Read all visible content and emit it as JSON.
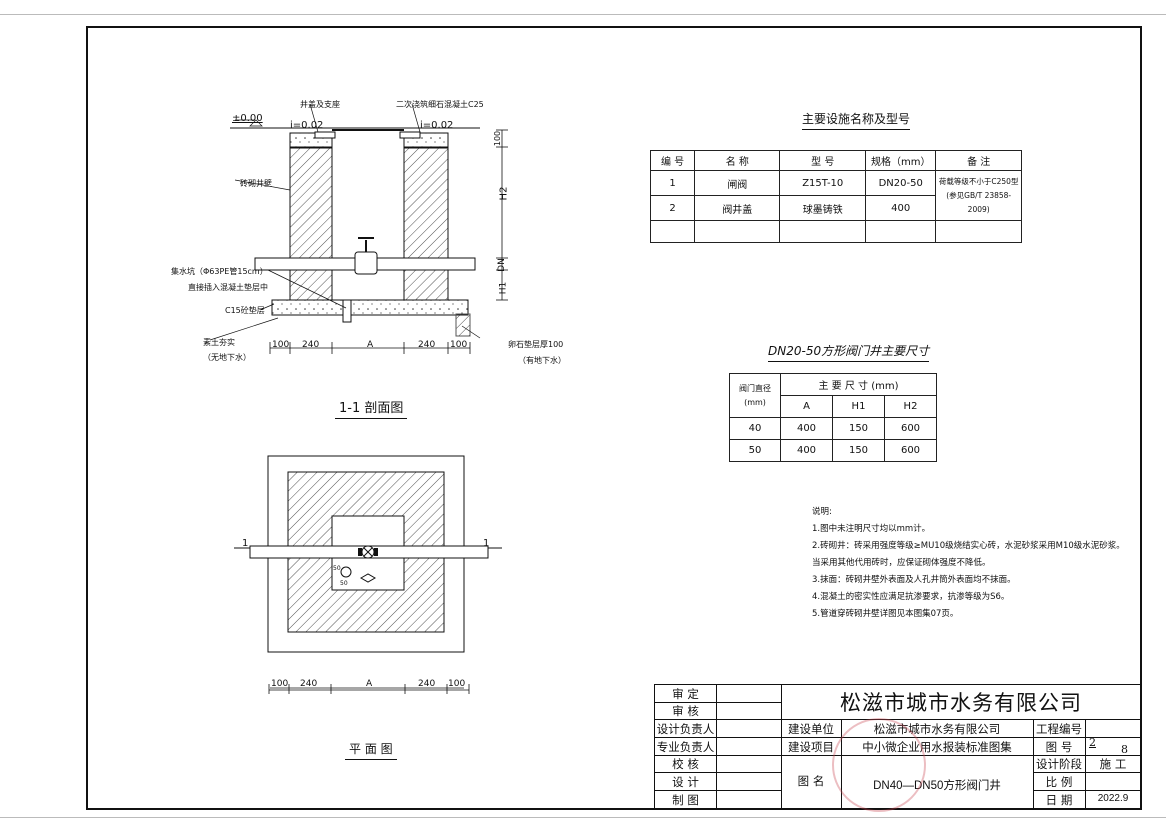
{
  "section_view": {
    "title": "1-1  剖面图",
    "level_label": "±0.00",
    "slope_left": "i=0.02",
    "slope_right": "i=0.02",
    "callout_cover": "井盖及支座",
    "callout_concrete": "二次浇筑细石混凝土C25",
    "callout_wall": "砖砌井壁",
    "callout_sump": "集水坑（Φ63PE管15cm）",
    "callout_sump2": "直接插入混凝土垫层中",
    "callout_base": "C15砼垫层",
    "callout_soil": "素土夯实",
    "callout_soil_note": "（无地下水）",
    "callout_gravel": "卵石垫层厚100",
    "callout_gravel_note": "（有地下水）",
    "dim_100_top": "100",
    "dim_h2": "H2",
    "dim_dn": "DN",
    "dim_h1": "H1",
    "dims_bottom": [
      "100",
      "240",
      "A",
      "240",
      "100"
    ]
  },
  "plan_view": {
    "title": "平  面  图",
    "section_mark_left": "1",
    "section_mark_right": "1",
    "small_label_a": "50",
    "small_label_b": "50",
    "dims_bottom": [
      "100",
      "240",
      "A",
      "240",
      "100"
    ]
  },
  "equipment_table": {
    "title": "主要设施名称及型号",
    "headers": [
      "编  号",
      "名    称",
      "型    号",
      "规格（mm）",
      "备    注"
    ],
    "rows": [
      [
        "1",
        "闸阀",
        "Z15T-10",
        "DN20-50",
        ""
      ],
      [
        "2",
        "阀井盖",
        "球墨铸铁",
        "400",
        ""
      ],
      [
        "",
        "",
        "",
        "",
        ""
      ]
    ],
    "remark_line1": "荷载等级不小于C250型",
    "remark_line2": "(参见GB/T 23858-2009)"
  },
  "size_table": {
    "title": "DN20-50方形阀门井主要尺寸",
    "header_col1_line1": "阀门直径",
    "header_col1_line2": "(mm)",
    "header_group": "主  要  尺  寸 (mm)",
    "sub_headers": [
      "A",
      "H1",
      "H2"
    ],
    "rows": [
      [
        "40",
        "400",
        "150",
        "600"
      ],
      [
        "50",
        "400",
        "150",
        "600"
      ]
    ]
  },
  "notes": {
    "title": "说明:",
    "items": [
      "1.图中未注明尺寸均以mm计。",
      "2.砖砌井：砖采用强度等级≥MU10级烧结实心砖，水泥砂浆采用M10级水泥砂浆。",
      "当采用其他代用砖时，应保证砌体强度不降低。",
      "3.抹面：砖砌井壁外表面及人孔井筒外表面均不抹面。",
      "4.混凝土的密实性应满足抗渗要求，抗渗等级为S6。",
      "5.管道穿砖砌井壁详图见本图集07页。"
    ]
  },
  "title_block": {
    "company": "松滋市城市水务有限公司",
    "rows_left": [
      "审  定",
      "审  核",
      "设计负责人",
      "专业负责人",
      "校  核",
      "设  计",
      "制  图"
    ],
    "build_unit_label": "建设单位",
    "build_unit_value": "松滋市城市水务有限公司",
    "project_label": "建设项目",
    "project_value": "中小微企业用水报装标准图集",
    "drawing_name_label": "图  名",
    "drawing_name_value": "DN40—DN50方形阀门井",
    "project_no_label": "工程编号",
    "project_no_value": "",
    "drawing_no_label": "图  号",
    "drawing_no_value": "2",
    "drawing_no_total": "8",
    "stage_label": "设计阶段",
    "stage_value": "施  工",
    "scale_label": "比  例",
    "scale_value": "",
    "date_label": "日  期",
    "date_value": "2022.9"
  }
}
